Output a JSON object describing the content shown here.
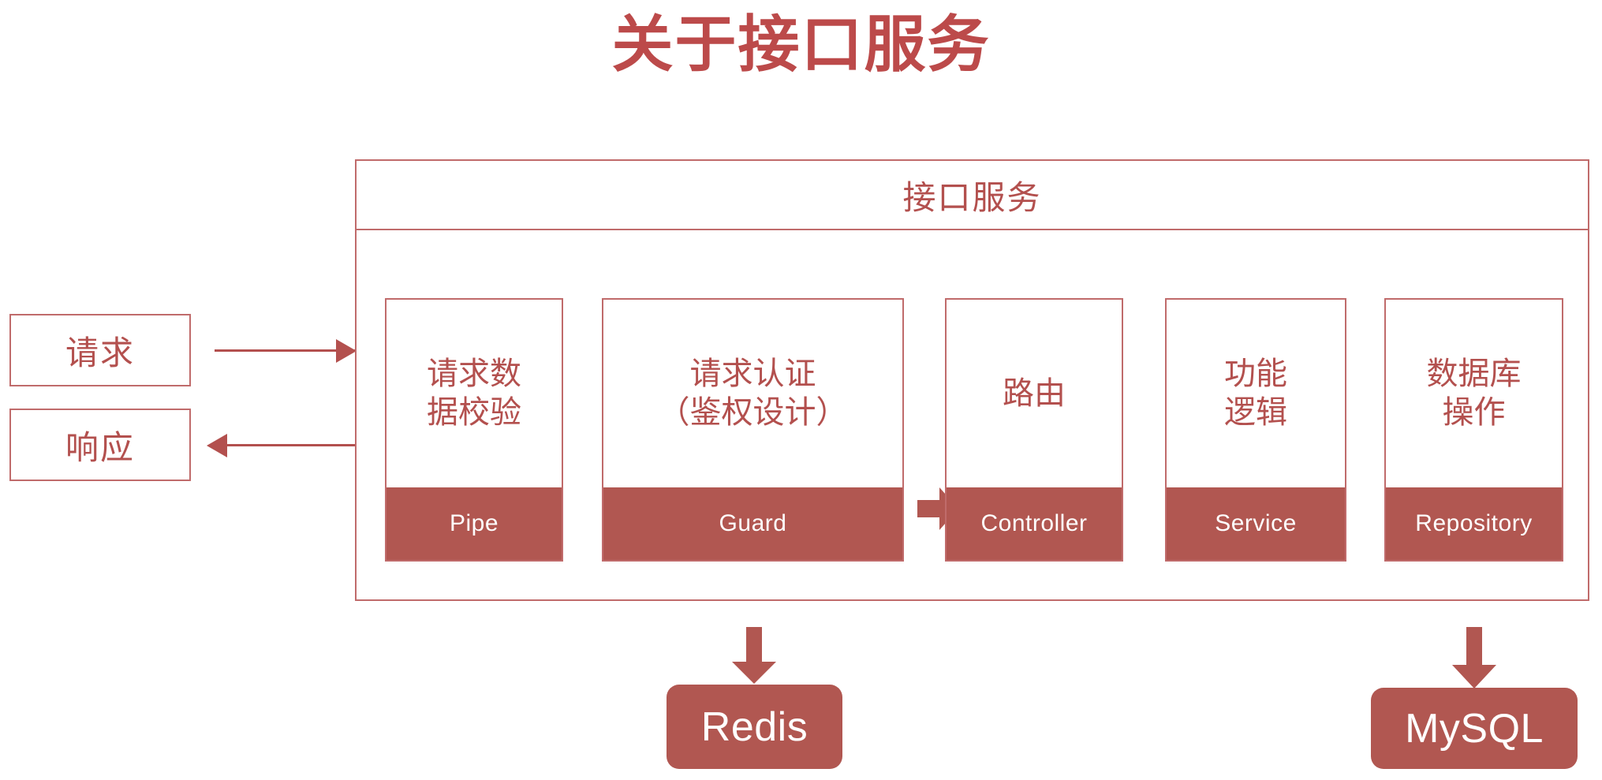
{
  "page": {
    "title": "关于接口服务",
    "accent_color": "#B15751",
    "title_color": "#BC4A4A",
    "outline_color": "#C06B6B",
    "text_color": "#B3504E",
    "background_color": "#FFFFFF"
  },
  "io": {
    "request_label": "请求",
    "response_label": "响应",
    "request_arrow_icon": "arrow-right-icon",
    "response_arrow_icon": "arrow-left-icon"
  },
  "service": {
    "header_label": "接口服务",
    "stages": [
      {
        "title": "请求数\n据校验",
        "tech": "Pipe"
      },
      {
        "title": "请求认证\n（鉴权设计）",
        "tech": "Guard"
      },
      {
        "title": "路由",
        "tech": "Controller"
      },
      {
        "title": "功能\n逻辑",
        "tech": "Service"
      },
      {
        "title": "数据库\n操作",
        "tech": "Repository"
      }
    ],
    "flow_arrow_icon": "block-arrow-right-icon"
  },
  "datastores": [
    {
      "label": "Redis",
      "arrow_icon": "block-arrow-down-icon"
    },
    {
      "label": "MySQL",
      "arrow_icon": "block-arrow-down-icon"
    }
  ]
}
